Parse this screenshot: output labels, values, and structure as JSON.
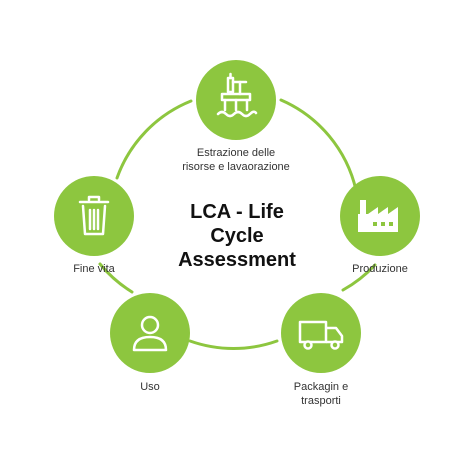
{
  "title_lines": [
    "LCA - Life",
    "Cycle",
    "Assessment"
  ],
  "colors": {
    "accent": "#8dc63f",
    "text": "#333333",
    "title": "#111111"
  },
  "stages": [
    {
      "id": "estrazione",
      "icon": "oil-rig-icon",
      "label_lines": [
        "Estrazione delle",
        "risorse e lavaorazione"
      ]
    },
    {
      "id": "produzione",
      "icon": "factory-icon",
      "label_lines": [
        "Produzione"
      ]
    },
    {
      "id": "packaging",
      "icon": "truck-icon",
      "label_lines": [
        "Packagin e",
        "trasporti"
      ]
    },
    {
      "id": "uso",
      "icon": "user-icon",
      "label_lines": [
        "Uso"
      ]
    },
    {
      "id": "fine-vita",
      "icon": "trash-icon",
      "label_lines": [
        "Fine vita"
      ]
    }
  ]
}
